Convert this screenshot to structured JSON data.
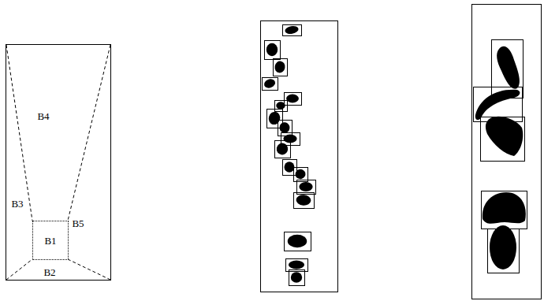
{
  "diagram": {
    "nodes": [
      {
        "text": [
          "B1"
        ]
      }
    ],
    "labels": [
      "B4",
      "B3",
      "B5",
      "B2"
    ]
  }
}
